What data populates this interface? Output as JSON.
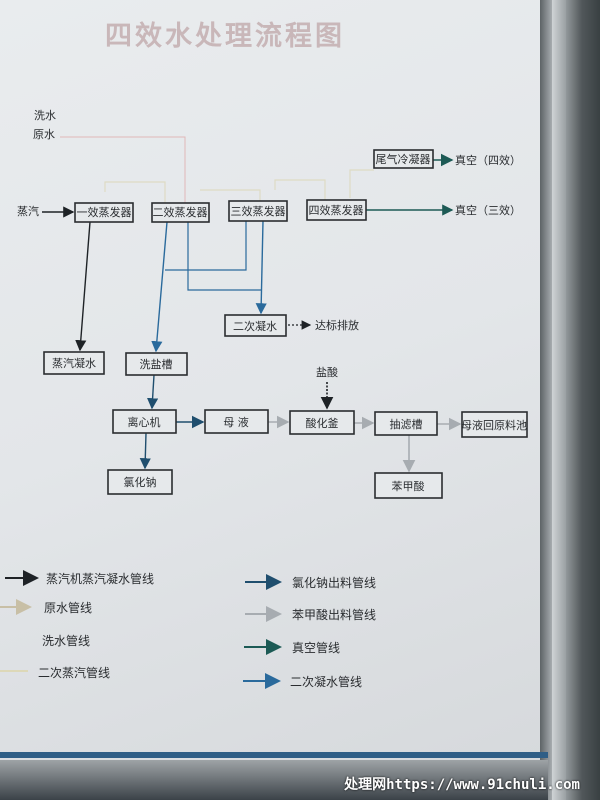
{
  "title": "四效水处理流程图",
  "inputs": {
    "wash_water": "洗水",
    "raw_water": "原水",
    "steam": "蒸汽",
    "hcl": "盐酸"
  },
  "nodes": {
    "evap1": "一效蒸发器",
    "evap2": "二效蒸发器",
    "evap3": "三效蒸发器",
    "evap4": "四效蒸发器",
    "tail_condenser": "尾气冷凝器",
    "secondary_condensate": "二次凝水",
    "steam_condensate": "蒸汽凝水",
    "salt_wash_tank": "洗盐槽",
    "centrifuge": "离心机",
    "mother_liquor": "母 液",
    "acidify_kettle": "酸化釜",
    "filter_tank": "抽滤槽",
    "return_pool": "母液回原料池",
    "nacl": "氯化钠",
    "benzoic_acid": "苯甲酸"
  },
  "outputs": {
    "vacuum4": "真空（四效）",
    "vacuum3": "真空（三效）",
    "discharge": "达标排放"
  },
  "legend": [
    {
      "label": "蒸汽机蒸汽凝水管线",
      "color": "#1e2226"
    },
    {
      "label": "原水管线",
      "color": "#c8bfa6"
    },
    {
      "label": "洗水管线",
      "color": "#e2e4e6"
    },
    {
      "label": "二次蒸汽管线",
      "color": "#ddd8b8"
    },
    {
      "label": "氯化钠出料管线",
      "color": "#1f4e6e"
    },
    {
      "label": "苯甲酸出料管线",
      "color": "#a7acb1"
    },
    {
      "label": "真空管线",
      "color": "#1c5a55"
    },
    {
      "label": "二次凝水管线",
      "color": "#2a6a9c"
    }
  ],
  "watermark": "处理网https://www.91chuli.com"
}
